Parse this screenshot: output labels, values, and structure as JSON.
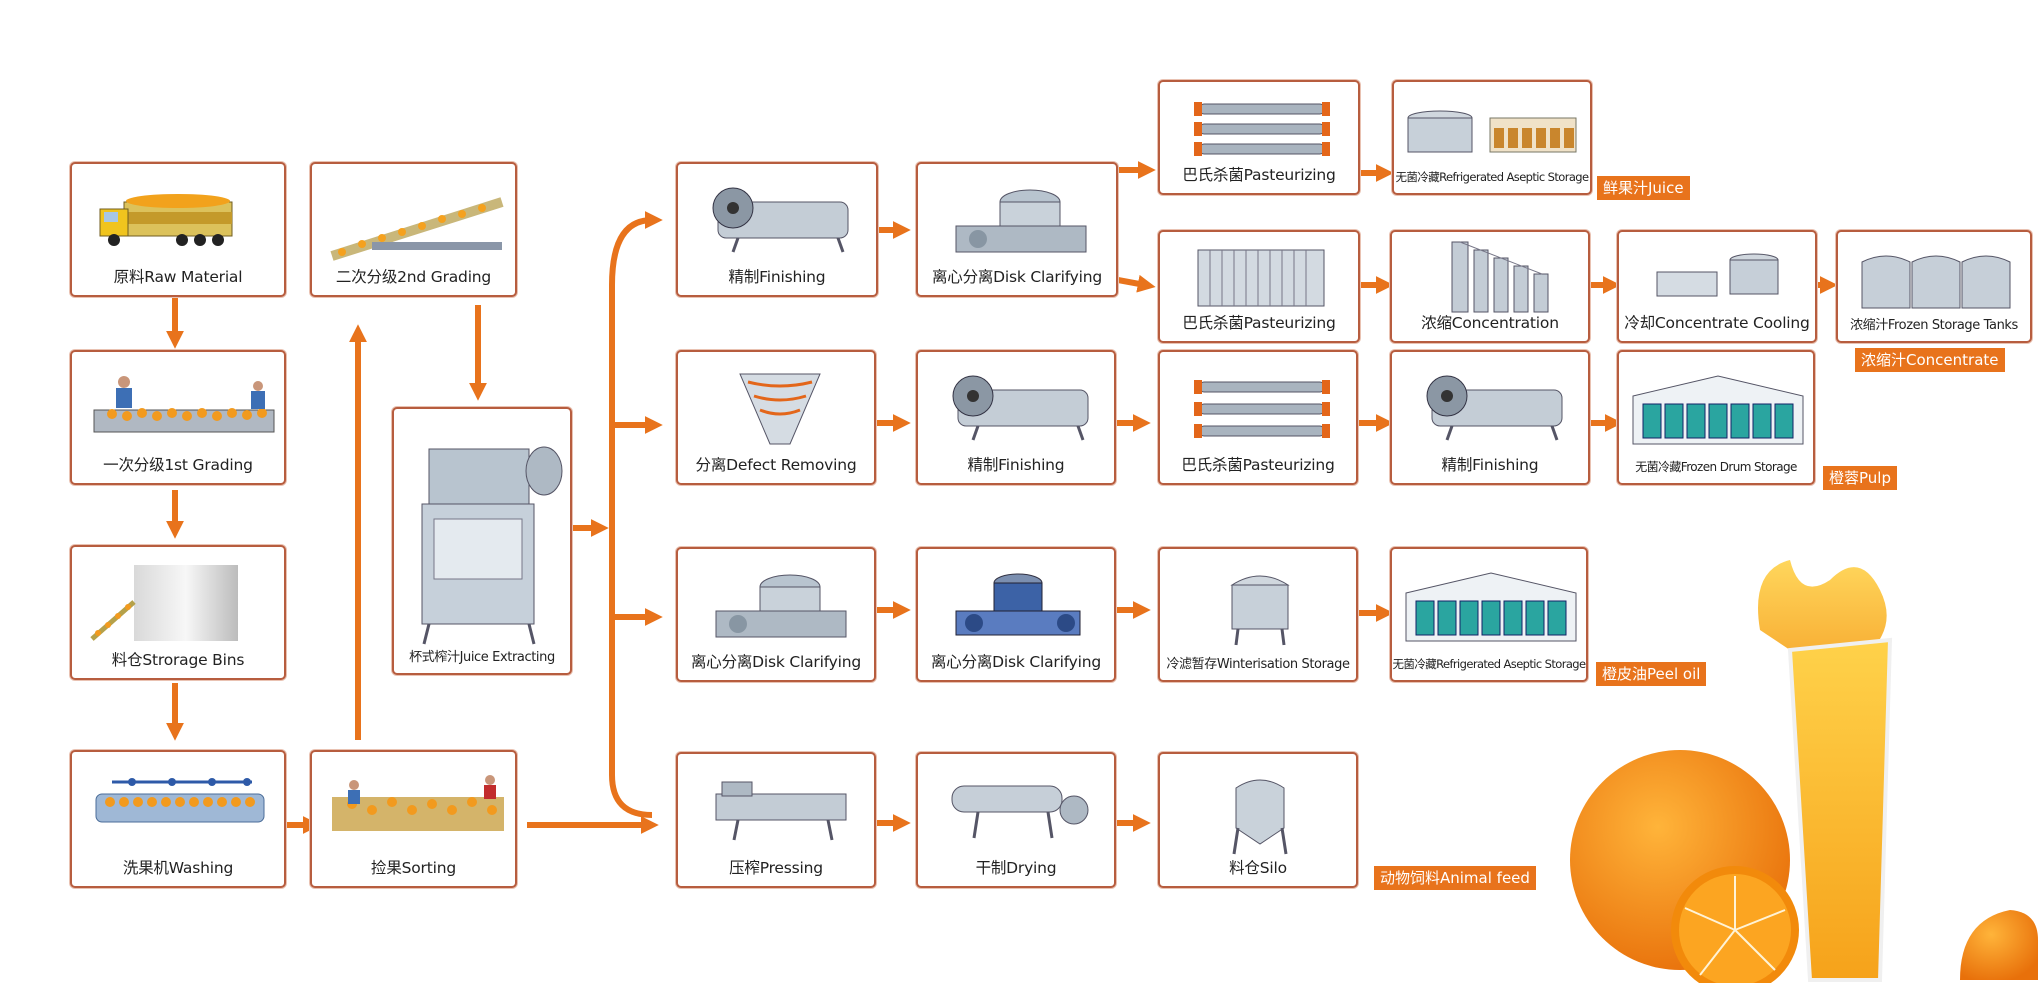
{
  "steps": {
    "raw_material": "原料Raw Material",
    "grading_1": "一次分级1st Grading",
    "storage_bins": "料仓Strorage Bins",
    "washing": "洗果机Washing",
    "sorting": "捡果Sorting",
    "grading_2": "二次分级2nd Grading",
    "juice_extracting": "杯式榨汁Juice Extracting",
    "finishing_a": "精制Finishing",
    "disk_clarifying_a": "离心分离Disk Clarifying",
    "pasteurizing_a": "巴氏杀菌Pasteurizing",
    "aseptic_storage_a": "无菌冷藏Refrigerated Aseptic Storage",
    "pasteurizing_b": "巴氏杀菌Pasteurizing",
    "concentration": "浓缩Concentration",
    "concentrate_cooling": "冷却Concentrate Cooling",
    "frozen_tanks": "浓缩汁Frozen Storage Tanks",
    "defect_removing": "分离Defect Removing",
    "finishing_b": "精制Finishing",
    "pasteurizing_c": "巴氏杀菌Pasteurizing",
    "finishing_c": "精制Finishing",
    "frozen_drum": "无菌冷藏Frozen Drum Storage",
    "disk_clarifying_b": "离心分离Disk Clarifying",
    "disk_clarifying_c": "离心分离Disk Clarifying",
    "winterisation": "冷滤暂存Winterisation Storage",
    "aseptic_storage_b": "无菌冷藏Refrigerated Aseptic Storage",
    "pressing": "压榨Pressing",
    "drying": "干制Drying",
    "silo": "料仓Silo"
  },
  "outputs": {
    "juice": "鲜果汁Juice",
    "concentrate": "浓缩汁Concentrate",
    "pulp": "橙蓉Pulp",
    "peel_oil": "橙皮油Peel oil",
    "animal_feed": "动物饲料Animal feed"
  },
  "colors": {
    "arrow": "#e8731c",
    "box_border": "#b75d3f",
    "output_label": "#e8731c",
    "orange_fruit": "#f28a0b"
  }
}
